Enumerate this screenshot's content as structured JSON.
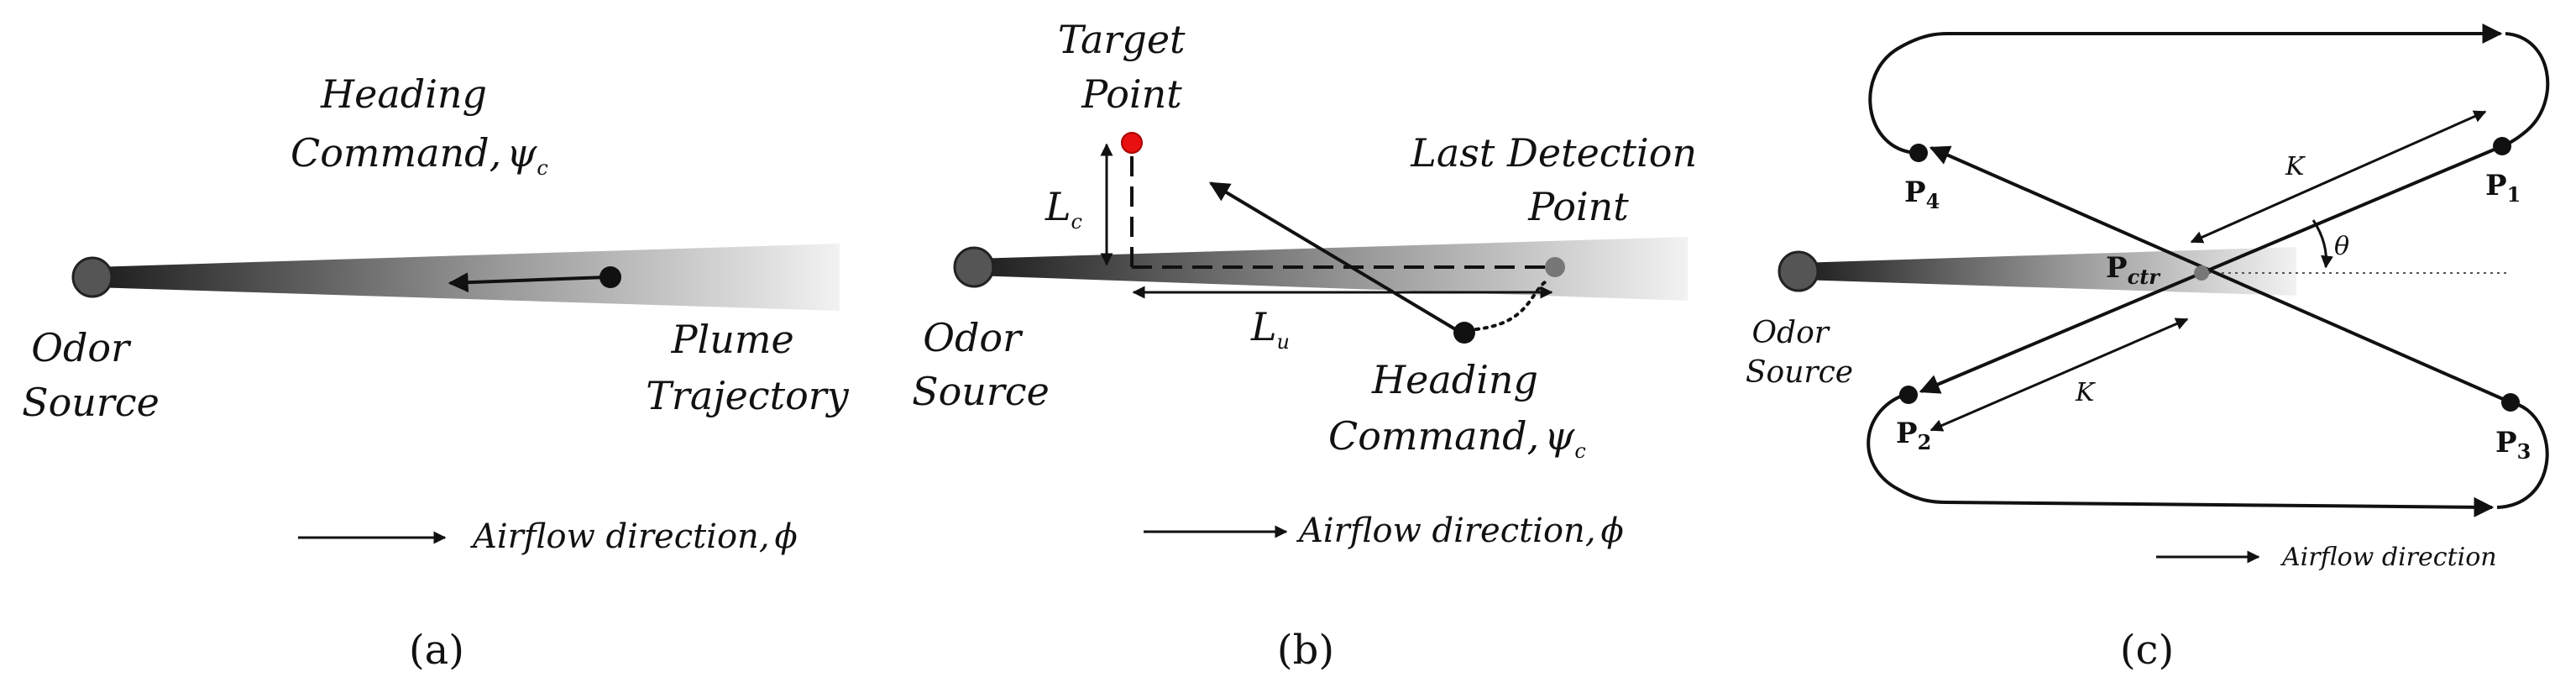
{
  "panel_a": {
    "caption": "(a)",
    "odor_source": [
      "Odor",
      "Source"
    ],
    "heading": [
      "Heading",
      "Command,"
    ],
    "heading_symbol": "ψ",
    "heading_sub": "c",
    "plume": [
      "Plume",
      "Trajectory"
    ],
    "airflow": "Airflow direction,",
    "airflow_symbol": "ϕ"
  },
  "panel_b": {
    "caption": "(b)",
    "odor_source": [
      "Odor",
      "Source"
    ],
    "target": [
      "Target",
      "Point"
    ],
    "last_detection": [
      "Last Detection",
      "Point"
    ],
    "lc_symbol": "L",
    "lc_sub": "c",
    "lu_symbol": "L",
    "lu_sub": "u",
    "heading": [
      "Heading",
      "Command,"
    ],
    "heading_symbol": "ψ",
    "heading_sub": "c",
    "airflow": "Airflow direction,",
    "airflow_symbol": "ϕ",
    "target_color": "#e81010"
  },
  "panel_c": {
    "caption": "(c)",
    "odor_source": [
      "Odor",
      "Source"
    ],
    "points": [
      {
        "name": "P",
        "sub": "1"
      },
      {
        "name": "P",
        "sub": "2"
      },
      {
        "name": "P",
        "sub": "3"
      },
      {
        "name": "P",
        "sub": "4"
      }
    ],
    "center": {
      "name": "P",
      "sub": "ctr"
    },
    "k_label": "K",
    "theta": "θ",
    "airflow": "Airflow direction"
  }
}
